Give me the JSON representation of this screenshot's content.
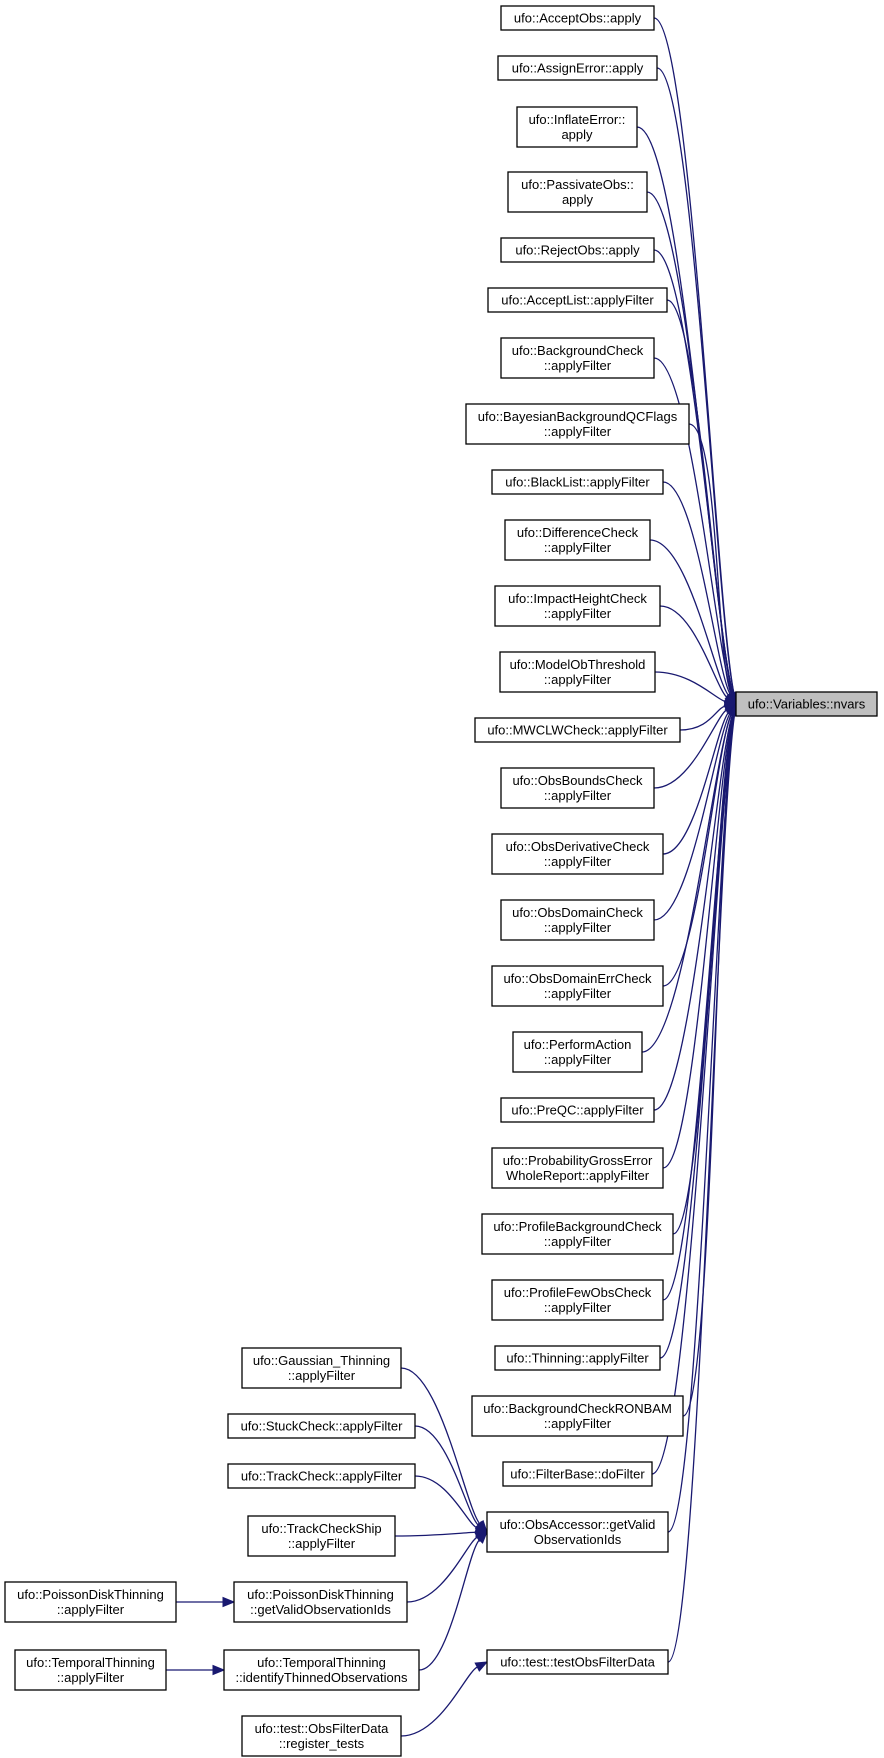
{
  "graph": {
    "edge_color": "#191970",
    "target_fill": "#bfbfbf",
    "nodes": [
      {
        "id": "nvars",
        "lines": [
          "ufo::Variables::nvars"
        ],
        "focus": true
      },
      {
        "id": "acceptobs-apply",
        "lines": [
          "ufo::AcceptObs::apply"
        ]
      },
      {
        "id": "assignerror-apply",
        "lines": [
          "ufo::AssignError::apply"
        ]
      },
      {
        "id": "inflateerror-apply",
        "lines": [
          "ufo::InflateError::",
          "apply"
        ]
      },
      {
        "id": "passivateobs-apply",
        "lines": [
          "ufo::PassivateObs::",
          "apply"
        ]
      },
      {
        "id": "rejectobs-apply",
        "lines": [
          "ufo::RejectObs::apply"
        ]
      },
      {
        "id": "acceptlist-applyfilter",
        "lines": [
          "ufo::AcceptList::applyFilter"
        ]
      },
      {
        "id": "backgroundcheck-applyfilter",
        "lines": [
          "ufo::BackgroundCheck",
          "::applyFilter"
        ]
      },
      {
        "id": "bayesianbackgroundqcflags-applyfilter",
        "lines": [
          "ufo::BayesianBackgroundQCFlags",
          "::applyFilter"
        ]
      },
      {
        "id": "blacklist-applyfilter",
        "lines": [
          "ufo::BlackList::applyFilter"
        ]
      },
      {
        "id": "differencecheck-applyfilter",
        "lines": [
          "ufo::DifferenceCheck",
          "::applyFilter"
        ]
      },
      {
        "id": "impactheightcheck-applyfilter",
        "lines": [
          "ufo::ImpactHeightCheck",
          "::applyFilter"
        ]
      },
      {
        "id": "modelobthreshold-applyfilter",
        "lines": [
          "ufo::ModelObThreshold",
          "::applyFilter"
        ]
      },
      {
        "id": "mwclwcheck-applyfilter",
        "lines": [
          "ufo::MWCLWCheck::applyFilter"
        ]
      },
      {
        "id": "obsboundscheck-applyfilter",
        "lines": [
          "ufo::ObsBoundsCheck",
          "::applyFilter"
        ]
      },
      {
        "id": "obsderivativecheck-applyfilter",
        "lines": [
          "ufo::ObsDerivativeCheck",
          "::applyFilter"
        ]
      },
      {
        "id": "obsdomaincheck-applyfilter",
        "lines": [
          "ufo::ObsDomainCheck",
          "::applyFilter"
        ]
      },
      {
        "id": "obsdomainerrcheck-applyfilter",
        "lines": [
          "ufo::ObsDomainErrCheck",
          "::applyFilter"
        ]
      },
      {
        "id": "performaction-applyfilter",
        "lines": [
          "ufo::PerformAction",
          "::applyFilter"
        ]
      },
      {
        "id": "preqc-applyfilter",
        "lines": [
          "ufo::PreQC::applyFilter"
        ]
      },
      {
        "id": "probabilitygrosserror-applyfilter",
        "lines": [
          "ufo::ProbabilityGrossError",
          "WholeReport::applyFilter"
        ]
      },
      {
        "id": "profilebackgroundcheck-applyfilter",
        "lines": [
          "ufo::ProfileBackgroundCheck",
          "::applyFilter"
        ]
      },
      {
        "id": "profilefewobscheck-applyfilter",
        "lines": [
          "ufo::ProfileFewObsCheck",
          "::applyFilter"
        ]
      },
      {
        "id": "thinning-applyfilter",
        "lines": [
          "ufo::Thinning::applyFilter"
        ]
      },
      {
        "id": "backgroundcheckronbam-applyfilter",
        "lines": [
          "ufo::BackgroundCheckRONBAM",
          "::applyFilter"
        ]
      },
      {
        "id": "filterbase-dofilter",
        "lines": [
          "ufo::FilterBase::doFilter"
        ]
      },
      {
        "id": "obsaccessor-getvalidobservationids",
        "lines": [
          "ufo::ObsAccessor::getValid",
          "ObservationIds"
        ]
      },
      {
        "id": "testobsfilterdata",
        "lines": [
          "ufo::test::testObsFilterData"
        ]
      },
      {
        "id": "gaussian-thinning-applyfilter",
        "lines": [
          "ufo::Gaussian_Thinning",
          "::applyFilter"
        ]
      },
      {
        "id": "stuckcheck-applyfilter",
        "lines": [
          "ufo::StuckCheck::applyFilter"
        ]
      },
      {
        "id": "trackcheck-applyfilter",
        "lines": [
          "ufo::TrackCheck::applyFilter"
        ]
      },
      {
        "id": "trackcheckship-applyfilter",
        "lines": [
          "ufo::TrackCheckShip",
          "::applyFilter"
        ]
      },
      {
        "id": "poissondiskthinning-getvalidobservationids",
        "lines": [
          "ufo::PoissonDiskThinning",
          "::getValidObservationIds"
        ]
      },
      {
        "id": "temporalthinning-identifythinnedobservations",
        "lines": [
          "ufo::TemporalThinning",
          "::identifyThinnedObservations"
        ]
      },
      {
        "id": "poissondiskthinning-applyfilter",
        "lines": [
          "ufo::PoissonDiskThinning",
          "::applyFilter"
        ]
      },
      {
        "id": "temporalthinning-applyfilter",
        "lines": [
          "ufo::TemporalThinning",
          "::applyFilter"
        ]
      },
      {
        "id": "obsfilterdata-register-tests",
        "lines": [
          "ufo::test::ObsFilterData",
          "::register_tests"
        ]
      }
    ],
    "edges": [
      [
        "acceptobs-apply",
        "nvars"
      ],
      [
        "assignerror-apply",
        "nvars"
      ],
      [
        "inflateerror-apply",
        "nvars"
      ],
      [
        "passivateobs-apply",
        "nvars"
      ],
      [
        "rejectobs-apply",
        "nvars"
      ],
      [
        "acceptlist-applyfilter",
        "nvars"
      ],
      [
        "backgroundcheck-applyfilter",
        "nvars"
      ],
      [
        "bayesianbackgroundqcflags-applyfilter",
        "nvars"
      ],
      [
        "blacklist-applyfilter",
        "nvars"
      ],
      [
        "differencecheck-applyfilter",
        "nvars"
      ],
      [
        "impactheightcheck-applyfilter",
        "nvars"
      ],
      [
        "modelobthreshold-applyfilter",
        "nvars"
      ],
      [
        "mwclwcheck-applyfilter",
        "nvars"
      ],
      [
        "obsboundscheck-applyfilter",
        "nvars"
      ],
      [
        "obsderivativecheck-applyfilter",
        "nvars"
      ],
      [
        "obsdomaincheck-applyfilter",
        "nvars"
      ],
      [
        "obsdomainerrcheck-applyfilter",
        "nvars"
      ],
      [
        "performaction-applyfilter",
        "nvars"
      ],
      [
        "preqc-applyfilter",
        "nvars"
      ],
      [
        "probabilitygrosserror-applyfilter",
        "nvars"
      ],
      [
        "profilebackgroundcheck-applyfilter",
        "nvars"
      ],
      [
        "profilefewobscheck-applyfilter",
        "nvars"
      ],
      [
        "thinning-applyfilter",
        "nvars"
      ],
      [
        "backgroundcheckronbam-applyfilter",
        "nvars"
      ],
      [
        "filterbase-dofilter",
        "nvars"
      ],
      [
        "obsaccessor-getvalidobservationids",
        "nvars"
      ],
      [
        "testobsfilterdata",
        "nvars"
      ],
      [
        "gaussian-thinning-applyfilter",
        "obsaccessor-getvalidobservationids"
      ],
      [
        "stuckcheck-applyfilter",
        "obsaccessor-getvalidobservationids"
      ],
      [
        "trackcheck-applyfilter",
        "obsaccessor-getvalidobservationids"
      ],
      [
        "trackcheckship-applyfilter",
        "obsaccessor-getvalidobservationids"
      ],
      [
        "poissondiskthinning-getvalidobservationids",
        "obsaccessor-getvalidobservationids"
      ],
      [
        "temporalthinning-identifythinnedobservations",
        "obsaccessor-getvalidobservationids"
      ],
      [
        "poissondiskthinning-applyfilter",
        "poissondiskthinning-getvalidobservationids"
      ],
      [
        "temporalthinning-applyfilter",
        "temporalthinning-identifythinnedobservations"
      ],
      [
        "obsfilterdata-register-tests",
        "testobsfilterdata"
      ]
    ]
  }
}
